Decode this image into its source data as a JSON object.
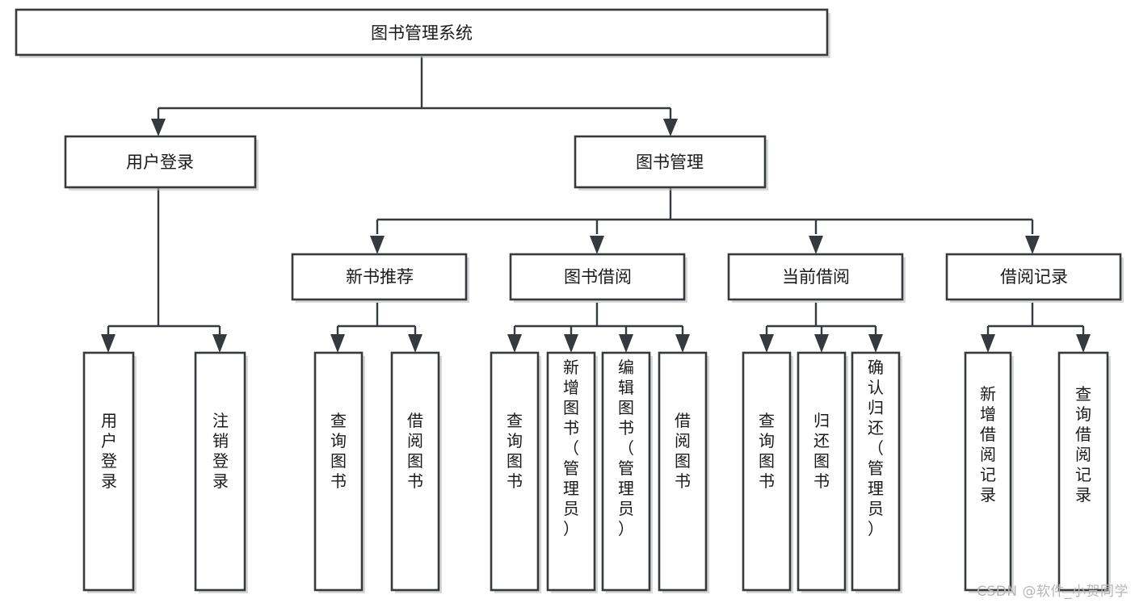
{
  "diagram": {
    "title": "图书管理系统",
    "watermark": "CSDN @软件_小贺同学",
    "colors": {
      "box_stroke": "#36393d",
      "box_fill": "#ffffff",
      "connector": "#36393d",
      "text": "#1a1a1a",
      "watermark": "#b6b6b6",
      "background": "#ffffff"
    },
    "root": {
      "label": "图书管理系统",
      "orientation": "horizontal"
    },
    "level2": [
      {
        "label": "用户登录",
        "orientation": "horizontal"
      },
      {
        "label": "图书管理",
        "orientation": "horizontal"
      }
    ],
    "level3": [
      {
        "label": "新书推荐",
        "orientation": "horizontal",
        "parent": "图书管理"
      },
      {
        "label": "图书借阅",
        "orientation": "horizontal",
        "parent": "图书管理"
      },
      {
        "label": "当前借阅",
        "orientation": "horizontal",
        "parent": "图书管理"
      },
      {
        "label": "借阅记录",
        "orientation": "horizontal",
        "parent": "图书管理"
      }
    ],
    "leaves": [
      {
        "label": "用户登录",
        "orientation": "vertical",
        "parent": "用户登录"
      },
      {
        "label": "注销登录",
        "orientation": "vertical",
        "parent": "用户登录"
      },
      {
        "label": "查询图书",
        "orientation": "vertical",
        "parent": "新书推荐"
      },
      {
        "label": "借阅图书",
        "orientation": "vertical",
        "parent": "新书推荐"
      },
      {
        "label": "查询图书",
        "orientation": "vertical",
        "parent": "图书借阅"
      },
      {
        "label": "新增图书（管理员）",
        "orientation": "vertical",
        "parent": "图书借阅"
      },
      {
        "label": "编辑图书（管理员）",
        "orientation": "vertical",
        "parent": "图书借阅"
      },
      {
        "label": "借阅图书",
        "orientation": "vertical",
        "parent": "图书借阅"
      },
      {
        "label": "查询图书",
        "orientation": "vertical",
        "parent": "当前借阅"
      },
      {
        "label": "归还图书",
        "orientation": "vertical",
        "parent": "当前借阅"
      },
      {
        "label": "确认归还（管理员）",
        "orientation": "vertical",
        "parent": "当前借阅"
      },
      {
        "label": "新增借阅记录",
        "orientation": "vertical",
        "parent": "借阅记录"
      },
      {
        "label": "查询借阅记录",
        "orientation": "vertical",
        "parent": "借阅记录"
      }
    ]
  }
}
